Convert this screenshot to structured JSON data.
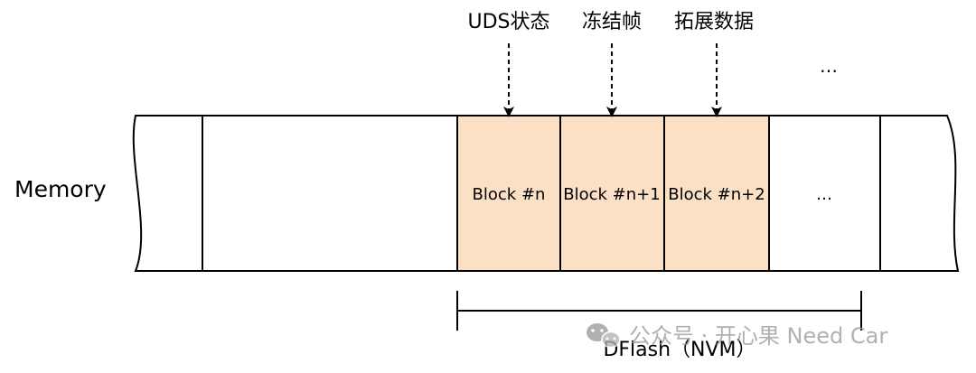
{
  "diagram": {
    "row_label": "Memory",
    "blocks": [
      {
        "label": "Block #n",
        "fill": "#fbe0c6"
      },
      {
        "label": "Block #n+1",
        "fill": "#fbe0c6"
      },
      {
        "label": "Block #n+2",
        "fill": "#fbe0c6"
      },
      {
        "label": "…",
        "fill": "#ffffff"
      }
    ],
    "pointers": [
      {
        "label": "UDS状态",
        "arrow": true
      },
      {
        "label": "冻结帧",
        "arrow": true
      },
      {
        "label": "拓展数据",
        "arrow": true
      },
      {
        "label": "…",
        "arrow": false
      }
    ],
    "range_label": "DFlash（NVM）",
    "colors": {
      "block_fill": "#fbe0c6",
      "stroke": "#000000"
    }
  },
  "watermark": {
    "text": "公众号 · 开心果 Need Car",
    "icon": "wechat-icon"
  }
}
